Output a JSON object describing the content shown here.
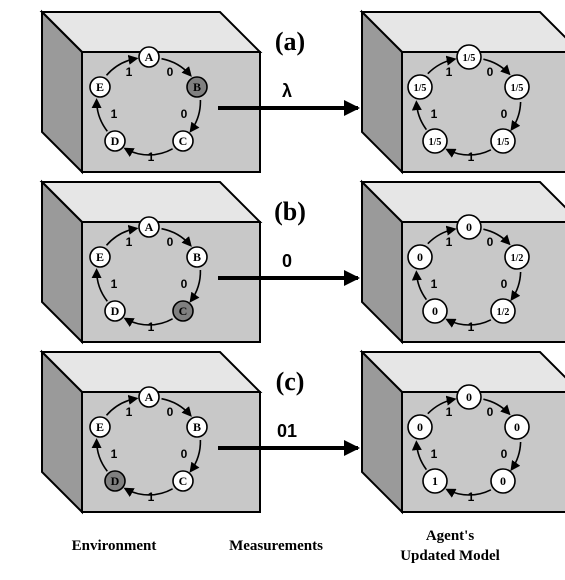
{
  "rows": [
    {
      "label": "(a)",
      "measurement": "λ",
      "environment": {
        "nodes": [
          "A",
          "B",
          "C",
          "D",
          "E"
        ],
        "edges": [
          "0",
          "0",
          "1",
          "1",
          "1"
        ],
        "highlighted": [
          1
        ]
      },
      "model": {
        "nodes": [
          "1/5",
          "1/5",
          "1/5",
          "1/5",
          "1/5"
        ],
        "edges": [
          "0",
          "0",
          "1",
          "1",
          "1"
        ]
      }
    },
    {
      "label": "(b)",
      "measurement": "0",
      "environment": {
        "nodes": [
          "A",
          "B",
          "C",
          "D",
          "E"
        ],
        "edges": [
          "0",
          "0",
          "1",
          "1",
          "1"
        ],
        "highlighted": [
          2
        ]
      },
      "model": {
        "nodes": [
          "0",
          "1/2",
          "1/2",
          "0",
          "0"
        ],
        "edges": [
          "0",
          "0",
          "1",
          "1",
          "1"
        ]
      }
    },
    {
      "label": "(c)",
      "measurement": "01",
      "environment": {
        "nodes": [
          "A",
          "B",
          "C",
          "D",
          "E"
        ],
        "edges": [
          "0",
          "0",
          "1",
          "1",
          "1"
        ],
        "highlighted": [
          3
        ]
      },
      "model": {
        "nodes": [
          "0",
          "0",
          "0",
          "1",
          "0"
        ],
        "edges": [
          "0",
          "0",
          "1",
          "1",
          "1"
        ]
      }
    }
  ],
  "labels": {
    "environment": "Environment",
    "measurements": "Measurements",
    "model_line1": "Agent's",
    "model_line2": "Updated Model"
  },
  "colors": {
    "box_front": "#c8c8c8",
    "box_side": "#9a9a9a",
    "box_top": "#e6e6e6",
    "node_fill": "#ffffff",
    "node_highlight": "#808080",
    "ink": "#000000"
  }
}
